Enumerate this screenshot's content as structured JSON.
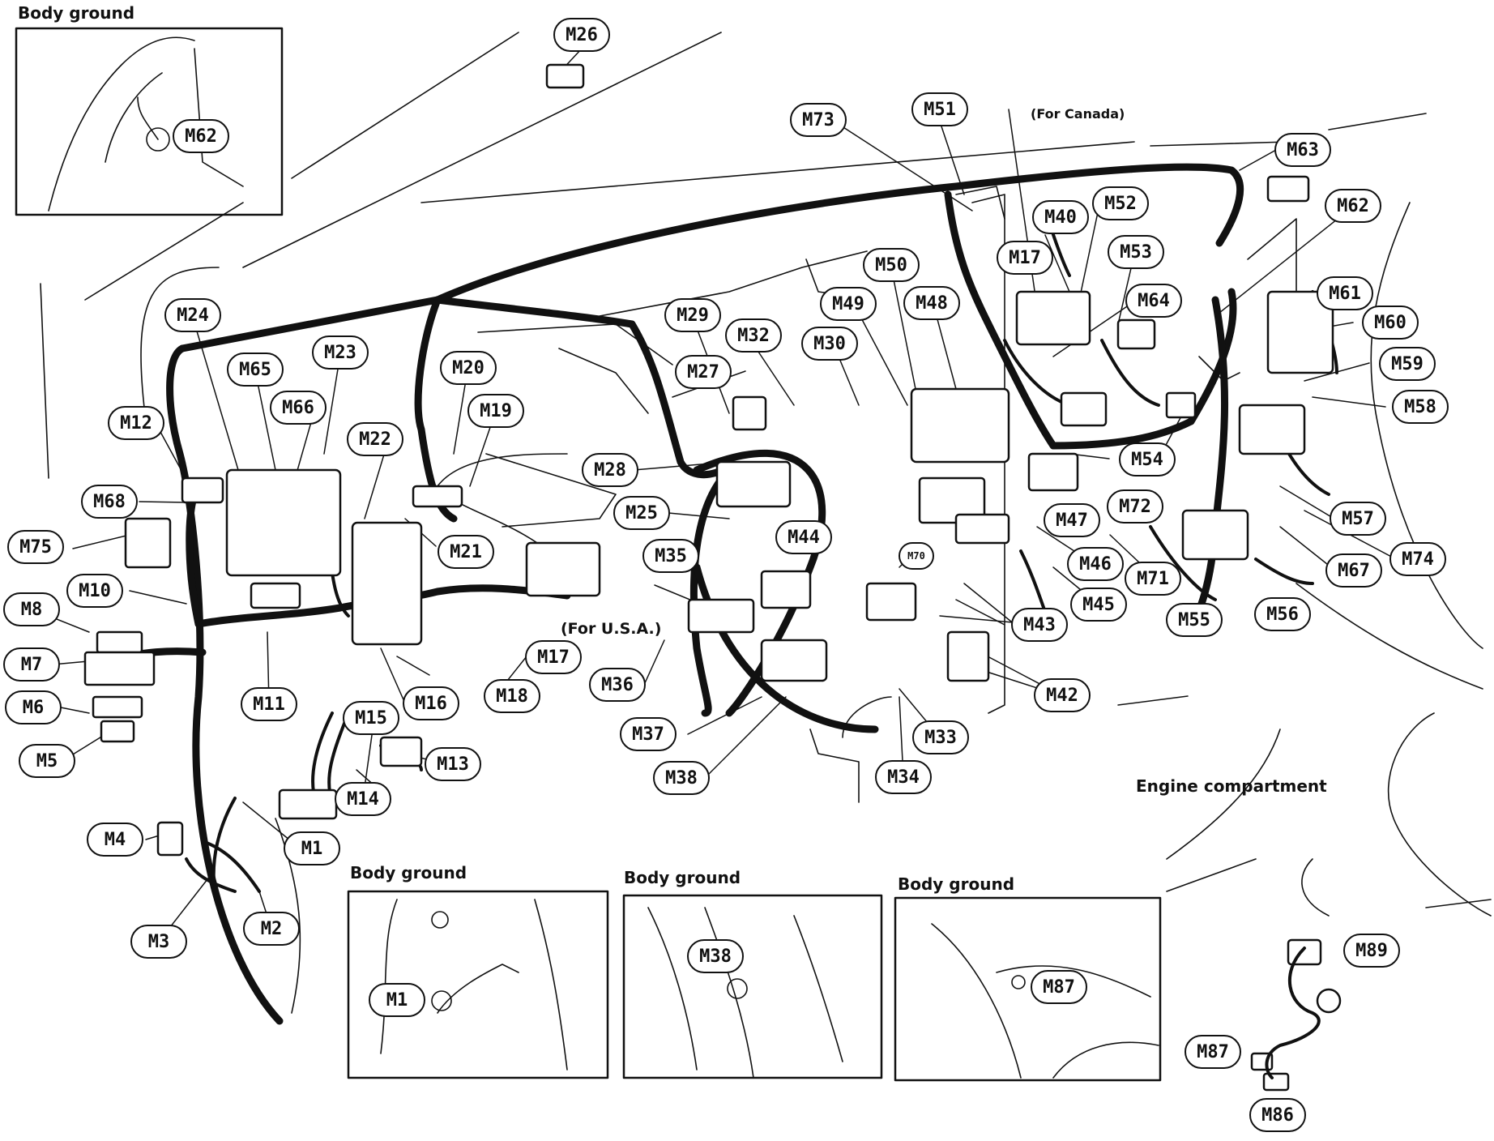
{
  "titles": {
    "body_ground_top": "Body ground",
    "body_ground_1": "Body ground",
    "body_ground_2": "Body ground",
    "body_ground_3": "Body ground",
    "engine_compartment": "Engine compartment"
  },
  "notes": {
    "for_canada": "(For Canada)",
    "for_usa": "(For U.S.A.)"
  },
  "callouts": {
    "m26": "M26",
    "m62_inset": "M62",
    "m73": "M73",
    "m51": "M51",
    "m63": "M63",
    "m40": "M40",
    "m52": "M52",
    "m17_canada": "M17",
    "m53": "M53",
    "m62": "M62",
    "m50": "M50",
    "m49": "M49",
    "m48": "M48",
    "m64": "M64",
    "m61": "M61",
    "m60": "M60",
    "m59": "M59",
    "m58": "M58",
    "m24": "M24",
    "m29": "M29",
    "m32": "M32",
    "m30": "M30",
    "m23": "M23",
    "m65": "M65",
    "m20": "M20",
    "m27": "M27",
    "m66": "M66",
    "m19": "M19",
    "m12": "M12",
    "m22": "M22",
    "m68": "M68",
    "m28": "M28",
    "m54": "M54",
    "m72": "M72",
    "m47": "M47",
    "m57": "M57",
    "m75": "M75",
    "m25": "M25",
    "m21": "M21",
    "m44": "M44",
    "m74": "M74",
    "m67": "M67",
    "m46": "M46",
    "m71": "M71",
    "m10": "M10",
    "m35": "M35",
    "m70": "M70",
    "m45": "M45",
    "m8": "M8",
    "m55": "M55",
    "m56": "M56",
    "m43": "M43",
    "m7": "M7",
    "m17_usa": "M17",
    "m36": "M36",
    "m16": "M16",
    "m18": "M18",
    "m11": "M11",
    "m42": "M42",
    "m6": "M6",
    "m15": "M15",
    "m37": "M37",
    "m33": "M33",
    "m5": "M5",
    "m13": "M13",
    "m38": "M38",
    "m34": "M34",
    "m14": "M14",
    "m1": "M1",
    "m4": "M4",
    "m3": "M3",
    "m2": "M2",
    "m1_inset": "M1",
    "m38_inset": "M38",
    "m87_inset": "M87",
    "m89": "M89",
    "m87": "M87",
    "m86": "M86"
  }
}
